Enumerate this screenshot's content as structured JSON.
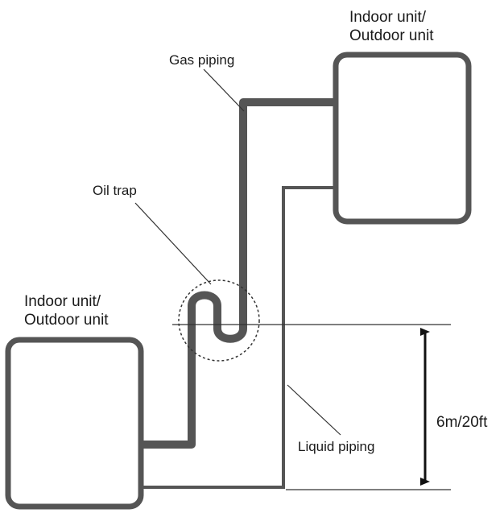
{
  "colors": {
    "unit_stroke": "#555555",
    "pipe": "#555555",
    "leader": "#333333",
    "background": "#ffffff"
  },
  "units": {
    "upper": {
      "line1": "Indoor unit/",
      "line2": "Outdoor unit"
    },
    "lower": {
      "line1": "Indoor unit/",
      "line2": "Outdoor unit"
    }
  },
  "labels": {
    "gas_piping": "Gas piping",
    "oil_trap": "Oil trap",
    "liquid_piping": "Liquid piping",
    "height": "6m/20ft"
  },
  "icons": {
    "height_arrow": "double-headed-vertical-arrow"
  }
}
